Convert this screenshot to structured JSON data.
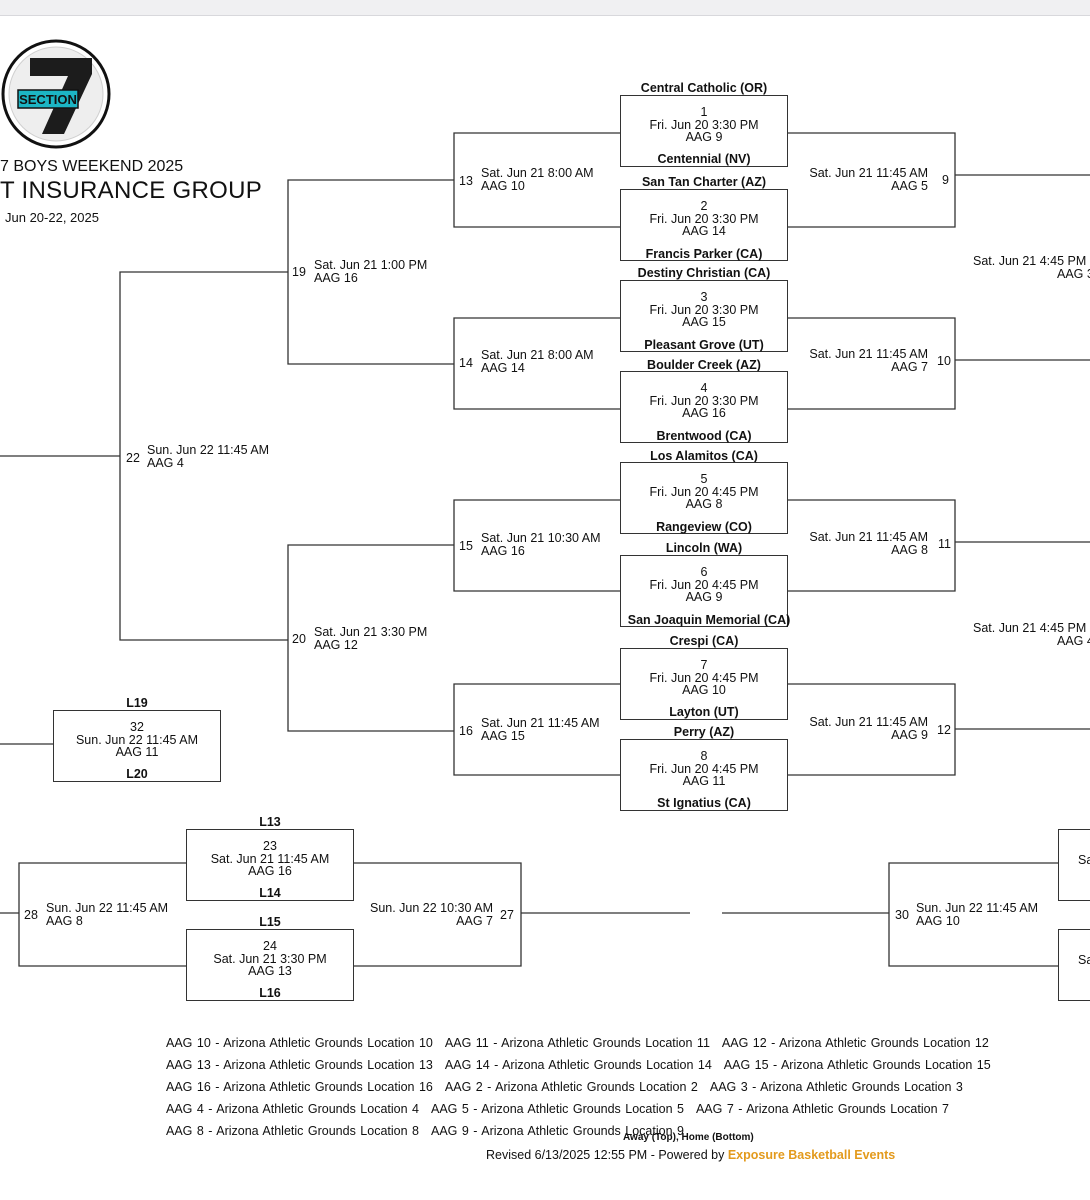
{
  "header": {
    "event_title": "7 BOYS WEEKEND 2025",
    "group_title": "T INSURANCE GROUP",
    "dates": "Jun 20-22, 2025",
    "logo_text": "SECTION",
    "logo_number": "7"
  },
  "games": {
    "g1": {
      "num": "1",
      "time": "Fri. Jun 20 3:30 PM",
      "court": "AAG 9",
      "top": "Central Catholic (OR)",
      "bottom": "Centennial (NV)"
    },
    "g2": {
      "num": "2",
      "time": "Fri. Jun 20 3:30 PM",
      "court": "AAG 14",
      "top": "San Tan Charter (AZ)",
      "bottom": "Francis Parker (CA)"
    },
    "g3": {
      "num": "3",
      "time": "Fri. Jun 20 3:30 PM",
      "court": "AAG 15",
      "top": "Destiny Christian (CA)",
      "bottom": "Pleasant Grove (UT)"
    },
    "g4": {
      "num": "4",
      "time": "Fri. Jun 20 3:30 PM",
      "court": "AAG 16",
      "top": "Boulder Creek (AZ)",
      "bottom": "Brentwood (CA)"
    },
    "g5": {
      "num": "5",
      "time": "Fri. Jun 20 4:45 PM",
      "court": "AAG 8",
      "top": "Los Alamitos (CA)",
      "bottom": "Rangeview (CO)"
    },
    "g6": {
      "num": "6",
      "time": "Fri. Jun 20 4:45 PM",
      "court": "AAG 9",
      "top": "Lincoln (WA)",
      "bottom": "San Joaquin Memorial (CA)"
    },
    "g7": {
      "num": "7",
      "time": "Fri. Jun 20 4:45 PM",
      "court": "AAG 10",
      "top": "Crespi (CA)",
      "bottom": "Layton (UT)"
    },
    "g8": {
      "num": "8",
      "time": "Fri. Jun 20 4:45 PM",
      "court": "AAG 11",
      "top": "Perry (AZ)",
      "bottom": "St Ignatius (CA)"
    },
    "g9": {
      "num": "9",
      "time": "Sat. Jun 21 11:45 AM",
      "court": "AAG 5"
    },
    "g10": {
      "num": "10",
      "time": "Sat. Jun 21 11:45 AM",
      "court": "AAG 7"
    },
    "g11": {
      "num": "11",
      "time": "Sat. Jun 21 11:45 AM",
      "court": "AAG 8"
    },
    "g12": {
      "num": "12",
      "time": "Sat. Jun 21 11:45 AM",
      "court": "AAG 9"
    },
    "g13": {
      "num": "13",
      "time": "Sat. Jun 21 8:00 AM",
      "court": "AAG 10"
    },
    "g14": {
      "num": "14",
      "time": "Sat. Jun 21 8:00 AM",
      "court": "AAG 14"
    },
    "g15": {
      "num": "15",
      "time": "Sat. Jun 21 10:30 AM",
      "court": "AAG 16"
    },
    "g16": {
      "num": "16",
      "time": "Sat. Jun 21 11:45 AM",
      "court": "AAG 15"
    },
    "g19": {
      "num": "19",
      "time": "Sat. Jun 21 1:00 PM",
      "court": "AAG 16"
    },
    "g20": {
      "num": "20",
      "time": "Sat. Jun 21 3:30 PM",
      "court": "AAG 12"
    },
    "g22": {
      "num": "22",
      "time": "Sun. Jun 22 11:45 AM",
      "court": "AAG 4"
    },
    "g32": {
      "num": "32",
      "time": "Sun. Jun 22 11:45 AM",
      "court": "AAG 11",
      "top": "L19",
      "bottom": "L20"
    },
    "g23": {
      "num": "23",
      "time": "Sat. Jun 21 11:45 AM",
      "court": "AAG 16",
      "top": "L13",
      "bottom": "L14"
    },
    "g24": {
      "num": "24",
      "time": "Sat. Jun 21 3:30 PM",
      "court": "AAG 13",
      "top": "L15",
      "bottom": "L16"
    },
    "g28": {
      "num": "28",
      "time": "Sun. Jun 22 11:45 AM",
      "court": "AAG 8"
    },
    "g27": {
      "num": "27",
      "time": "Sun. Jun 22 10:30 AM",
      "court": "AAG 7"
    },
    "g30": {
      "num": "30",
      "time": "Sun. Jun 22 11:45 AM",
      "court": "AAG 10"
    },
    "right_a": {
      "time": "Sat. Jun 21 4:45 PM",
      "court": "AAG 3"
    },
    "right_b": {
      "time": "Sat. Jun 21 4:45 PM",
      "court": "AAG 4"
    },
    "right_c": {
      "time": "Sa"
    },
    "right_d": {
      "time": "Sa"
    }
  },
  "legend": {
    "rows": [
      [
        "AAG 10 - Arizona Athletic Grounds Location 10",
        "AAG 11 - Arizona Athletic Grounds Location 11",
        "AAG 12 - Arizona Athletic Grounds Location 12"
      ],
      [
        "AAG 13 - Arizona Athletic Grounds Location 13",
        "AAG 14 - Arizona Athletic Grounds Location 14",
        "AAG 15 - Arizona Athletic Grounds Location 15"
      ],
      [
        "AAG 16 - Arizona Athletic Grounds Location 16",
        "AAG 2 - Arizona Athletic Grounds Location 2",
        "AAG 3 - Arizona Athletic Grounds Location 3"
      ],
      [
        "AAG 4 - Arizona Athletic Grounds Location 4",
        "AAG 5 - Arizona Athletic Grounds Location 5",
        "AAG 7 - Arizona Athletic Grounds Location 7"
      ],
      [
        "AAG 8 - Arizona Athletic Grounds Location 8",
        "AAG 9 - Arizona Athletic Grounds Location 9"
      ]
    ]
  },
  "footer": {
    "away_home": "Away (Top), Home (Bottom)",
    "revised": "Revised 6/13/2025 12:55 PM - Powered by",
    "link_text": "Exposure Basketball Events",
    "link_color": "#e39a1c"
  }
}
